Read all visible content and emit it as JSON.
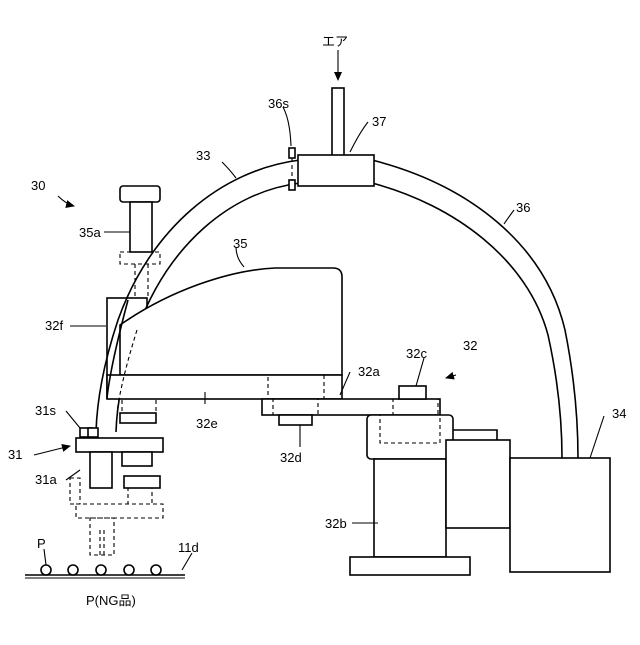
{
  "labels": {
    "air": "エア",
    "unit": "30",
    "suction": "31",
    "suction_sensor": "31s",
    "suction_nozzle": "31a",
    "robot": "32",
    "base": "32b",
    "joint": "32c",
    "joint_lower": "32d",
    "arm1": "32a",
    "arm2": "32e",
    "arm_vertical": "32f",
    "tube_inner": "33",
    "cylinder": "35a",
    "cover": "35",
    "tube_outer": "36",
    "sensor": "36s",
    "valve": "37",
    "box": "34",
    "conveyor": "11d",
    "product": "P",
    "ng_product": "P(NG品)"
  }
}
